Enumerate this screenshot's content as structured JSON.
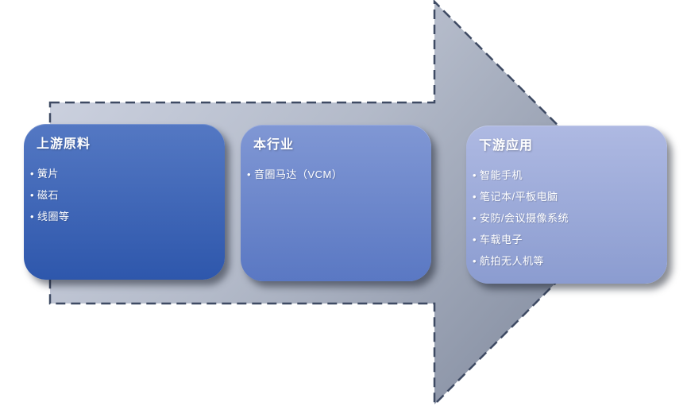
{
  "diagram_title": "",
  "arrow": {
    "direction": "right",
    "style": "dashed-outline-block-arrow",
    "colors": {
      "fill_light": "#d0d5e3",
      "fill_mid": "#b3bac9",
      "fill_dark": "#8790a3",
      "dash_stroke": "#3e4a63"
    }
  },
  "boxes": [
    {
      "title": "上游原料",
      "items": [
        "簧片",
        "磁石",
        "线圈等"
      ],
      "colors": {
        "top": "#5478c3",
        "bottom": "#2e57ac"
      }
    },
    {
      "title": "本行业",
      "items": [
        "音圈马达（VCM）"
      ],
      "colors": {
        "top": "#8097d4",
        "bottom": "#5a78c3"
      }
    },
    {
      "title": "下游应用",
      "items": [
        "智能手机",
        "笔记本/平板电脑",
        "安防/会议摄像系统",
        "车载电子",
        "航拍无人机等"
      ],
      "colors": {
        "top": "#aeb9e2",
        "bottom": "#8b9cd0"
      }
    }
  ],
  "text_color": "#ffffff"
}
